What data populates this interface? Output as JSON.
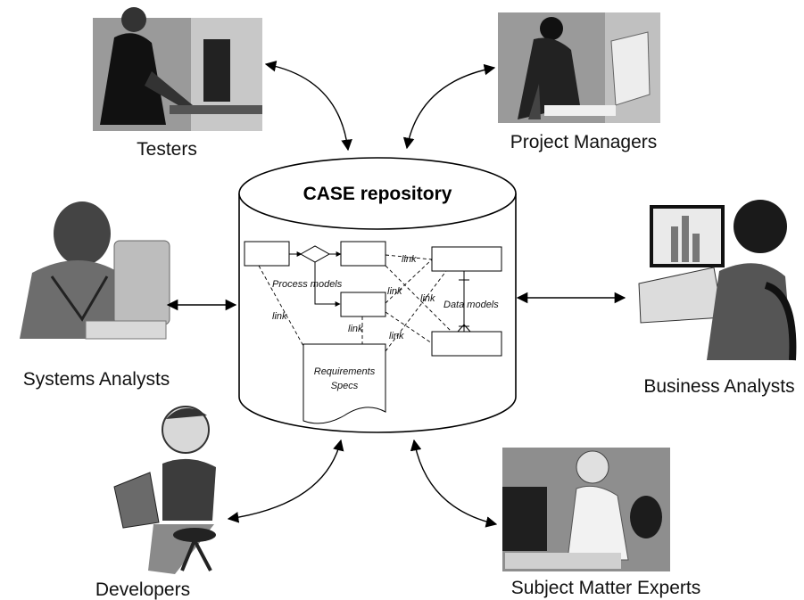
{
  "repository": {
    "title": "CASE repository",
    "labels": {
      "process_models": "Process models",
      "data_models": "Data models",
      "requirements": "Requirements",
      "specs": "Specs",
      "link": "link"
    }
  },
  "roles": {
    "testers": "Testers",
    "project_managers": "Project Managers",
    "systems_analysts": "Systems Analysts",
    "business_analysts": "Business Analysts",
    "developers": "Developers",
    "subject_matter_experts": "Subject Matter Experts"
  },
  "icons": {
    "testers": "person-at-computer-icon",
    "project_managers": "person-at-computer-icon",
    "systems_analysts": "person-at-computer-icon",
    "business_analysts": "person-at-computer-icon",
    "developers": "person-with-laptop-icon",
    "subject_matter_experts": "person-on-phone-icon"
  },
  "colors": {
    "line": "#000000",
    "photo_bg": "#9a9a9a",
    "repo_fill": "#ffffff"
  }
}
